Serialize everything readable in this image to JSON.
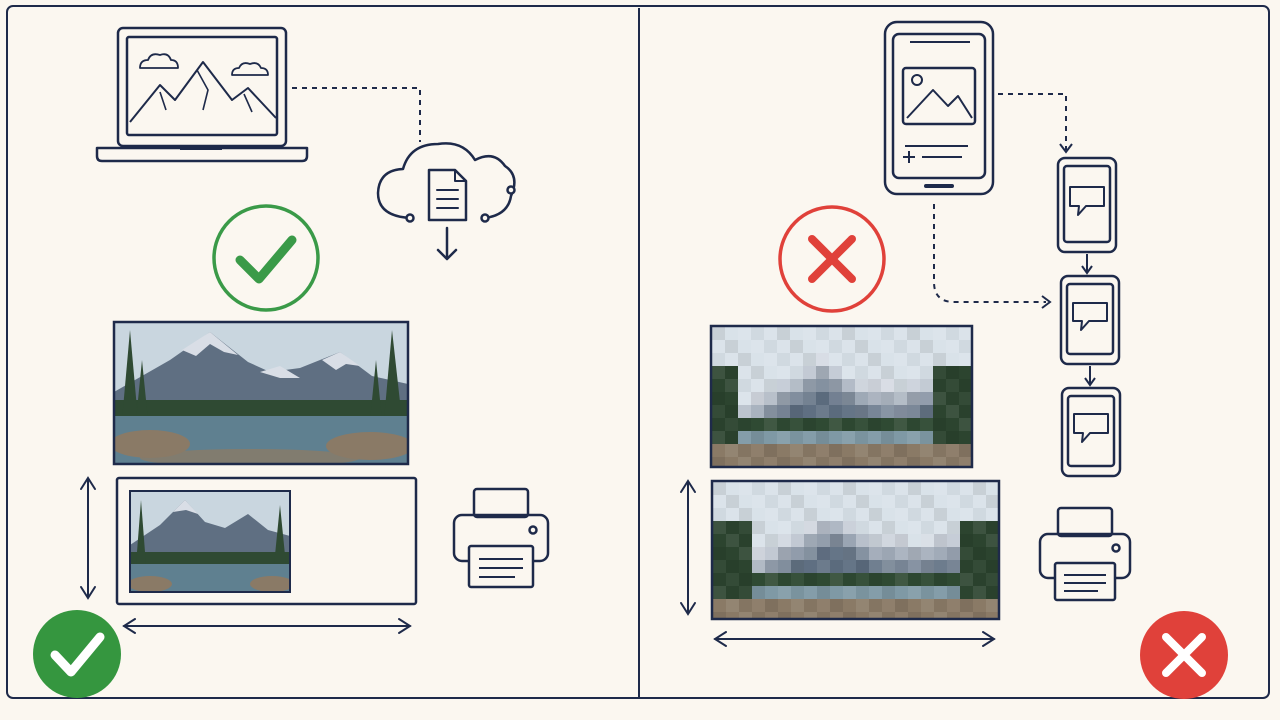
{
  "colors": {
    "background": "#fbf7f0",
    "ink": "#1e2a4a",
    "success_green": "#3a9a48",
    "success_green_fill": "#35963f",
    "error_red": "#e0413a",
    "sky": "#c9d6df",
    "mountain_dark": "#5f6f82",
    "mountain_light": "#d9dee6",
    "forest": "#2f4a33",
    "lake": "#5f8090",
    "rocks": "#8a7a66"
  },
  "panels": {
    "left": {
      "concept": "good-workflow",
      "icons": [
        "laptop-icon",
        "cloud-upload-document-icon",
        "printer-icon"
      ],
      "status": "success",
      "small_badge": "check-icon",
      "image_quality": "sharp"
    },
    "right": {
      "concept": "bad-workflow",
      "icons": [
        "smartphone-icon",
        "messaging-phone-icon",
        "printer-icon"
      ],
      "status": "error",
      "small_badge": "cross-icon",
      "image_quality": "pixelated",
      "forward_hops": 3
    }
  }
}
